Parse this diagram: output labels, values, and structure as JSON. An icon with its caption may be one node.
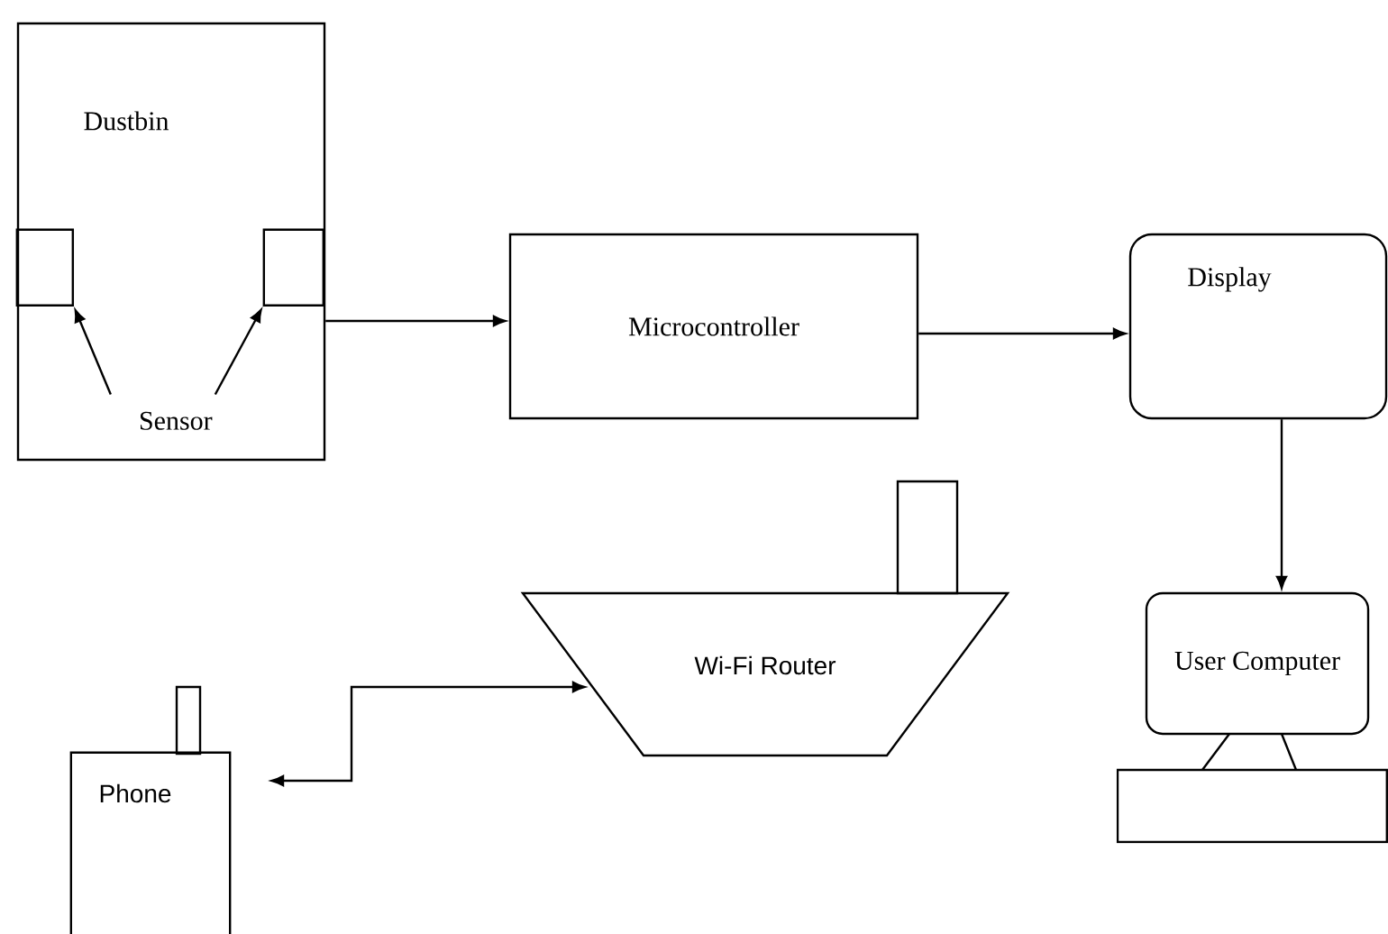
{
  "diagram": {
    "nodes": [
      {
        "text": [
          "Dustbin"
        ]
      },
      {
        "text": [
          "Sensor"
        ],
        "in": 0
      },
      {
        "text": [],
        "shape": "box",
        "in": 0
      },
      {
        "text": [],
        "shape": "box",
        "in": 0
      },
      {
        "text": [
          "Microcontroller"
        ]
      },
      {
        "text": [
          "Display"
        ]
      },
      {
        "text": [
          "Wi-Fi Router"
        ]
      },
      {
        "text": [
          "User Computer"
        ]
      },
      {
        "text": [
          "Phone"
        ]
      }
    ],
    "edges": [
      {
        "from": 1,
        "to": 2,
        "arrow": "to"
      },
      {
        "from": 1,
        "to": 3,
        "arrow": "to"
      },
      {
        "from": 0,
        "to": 4,
        "arrow": "to"
      },
      {
        "from": 4,
        "to": 5,
        "arrow": "to"
      },
      {
        "from": 5,
        "to": 7,
        "arrow": "to"
      },
      {
        "from": 8,
        "to": 6,
        "arrow": "both"
      }
    ]
  }
}
